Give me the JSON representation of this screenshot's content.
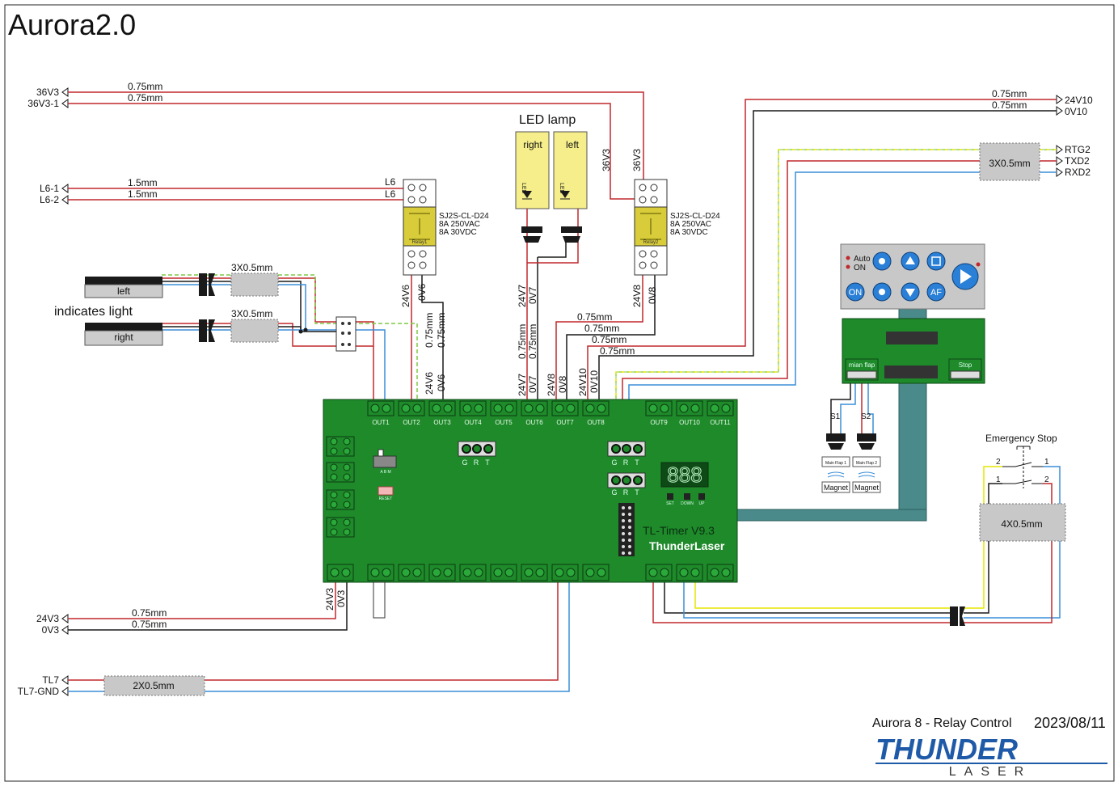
{
  "header": {
    "title": "Aurora2.0"
  },
  "footer": {
    "caption": "Aurora 8 - Relay Control",
    "date": "2023/08/11",
    "brand_top": "THUNDER",
    "brand_bottom": "LASER"
  },
  "colors": {
    "red": "#c0282d",
    "black": "#1a1a1a",
    "blue": "#3b8ed8",
    "green": "#7ec845",
    "yellow": "#e6e600",
    "board": "#1e8a2a",
    "relay": "#d8cc3a"
  },
  "terminals": {
    "36V3": "36V3",
    "36V3_1": "36V3-1",
    "L6_1": "L6-1",
    "L6_2": "L6-2",
    "24V3": "24V3",
    "0V3": "0V3",
    "TL7": "TL7",
    "TL7_GND": "TL7-GND",
    "24V10": "24V10",
    "0V10": "0V10",
    "RTG2": "RTG2",
    "TXD2": "TXD2",
    "RXD2": "RXD2"
  },
  "wires": {
    "w075": "0.75mm",
    "w15": "1.5mm",
    "c3x05": "3X0.5mm",
    "c2x05": "2X0.5mm",
    "c4x05": "4X0.5mm"
  },
  "labels": {
    "L6": "L6",
    "V36V3": "36V3",
    "V24V6": "24V6",
    "V0V6": "0V6",
    "V24V7": "24V7",
    "V0V7": "0V7",
    "V24V8": "24V8",
    "V0V8": "0V8",
    "V24V10": "24V10",
    "V0V10": "0V10",
    "V24V3": "24V3",
    "V0V3": "0V3",
    "indicates": "indicates light",
    "left": "left",
    "right": "right",
    "led_lamp": "LED lamp",
    "led": "LED",
    "relay_model": "SJ2S-CL-D24",
    "relay_ac": "8A 250VAC",
    "relay_dc": "8A 30VDC",
    "relay1": "Relay1",
    "relay2": "Relay2",
    "emergency": "Emergency Stop",
    "s1": "S1",
    "s2": "S2",
    "main_flap1": "Main Flap 1",
    "main_flap2": "Main Flap 2",
    "magnet": "Magnet",
    "panel_auto": "Auto",
    "panel_on": "ON",
    "panel_btn_on": "ON",
    "panel_btn_af": "AF",
    "mian_flap": "mian flap",
    "stop": "Stop",
    "pin1": "1",
    "pin2": "2",
    "G": "G",
    "R": "R",
    "T": "T",
    "set": "SET",
    "down": "DOWN",
    "up": "UP",
    "reset": "RESET",
    "abm": "A B M"
  },
  "board": {
    "name": "TL-Timer V9.3",
    "brand": "ThunderLaser",
    "seg": "888",
    "outs": [
      "OUT1",
      "OUT2",
      "OUT3",
      "OUT4",
      "OUT5",
      "OUT6",
      "OUT7",
      "OUT8",
      "OUT9",
      "OUT10",
      "OUT11"
    ]
  }
}
